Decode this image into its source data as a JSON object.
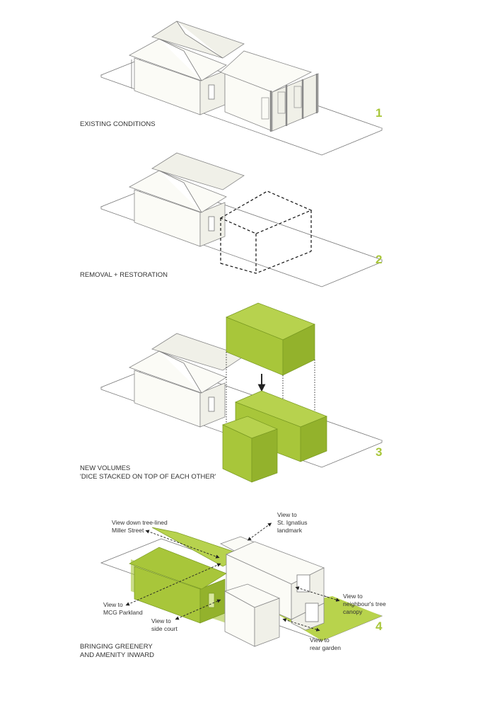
{
  "colors": {
    "accent": "#a8c63a",
    "green_light": "#b5d14a",
    "green_dark": "#8fb02c"
  },
  "steps": [
    {
      "number": "1",
      "caption_lines": [
        "EXISTING CONDITIONS"
      ]
    },
    {
      "number": "2",
      "caption_lines": [
        "REMOVAL + RESTORATION"
      ]
    },
    {
      "number": "3",
      "caption_lines": [
        "NEW VOLUMES",
        "'DICE STACKED ON TOP OF EACH OTHER'"
      ]
    },
    {
      "number": "4",
      "caption_lines": [
        "BRINGING GREENERY",
        "AND AMENITY INWARD"
      ]
    }
  ],
  "views": [
    {
      "lines": [
        "View down tree-lined",
        "Miller Street"
      ]
    },
    {
      "lines": [
        "View to",
        "St. Ignatius",
        "landmark"
      ]
    },
    {
      "lines": [
        "View to",
        "neighbour's tree",
        "canopy"
      ]
    },
    {
      "lines": [
        "View to",
        "MCG Parkland"
      ]
    },
    {
      "lines": [
        "View to",
        "side court"
      ]
    },
    {
      "lines": [
        "View to",
        "rear garden"
      ]
    }
  ]
}
